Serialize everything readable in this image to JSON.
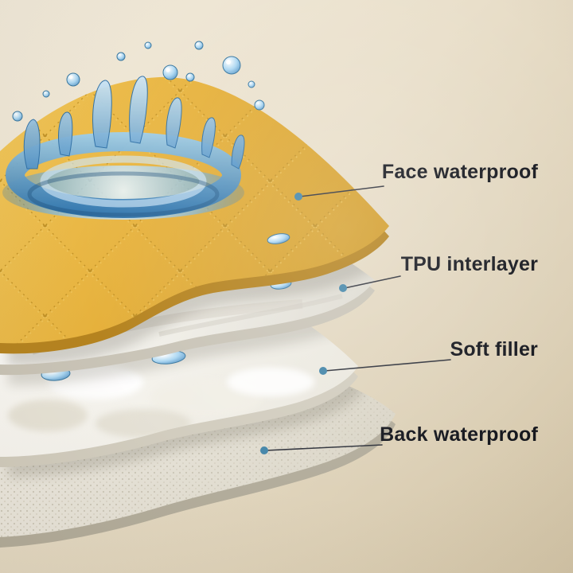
{
  "diagram": {
    "labels": [
      {
        "text": "Face waterproof"
      },
      {
        "text": "TPU interlayer"
      },
      {
        "text": "Soft filler"
      },
      {
        "text": "Back waterproof"
      }
    ],
    "layers": [
      {
        "label": "Face waterproof",
        "color": "#e4ae38"
      },
      {
        "label": "TPU interlayer",
        "color": "#f6f4ef"
      },
      {
        "label": "Soft filler",
        "color": "#faf9f5"
      },
      {
        "label": "Back waterproof",
        "color": "#edeae1"
      }
    ],
    "colors": {
      "background_top": "#f2ebdc",
      "background_bottom": "#d3c5a8",
      "face_gold": "#e4ae38",
      "face_gold_edge": "#b5831f",
      "water_light": "#d9eefb",
      "water_mid": "#6aaedb",
      "water_deep": "#2d6fa7",
      "label_text": "#15171e",
      "leader_line": "#30333c",
      "leader_dot": "#4486a9"
    }
  }
}
